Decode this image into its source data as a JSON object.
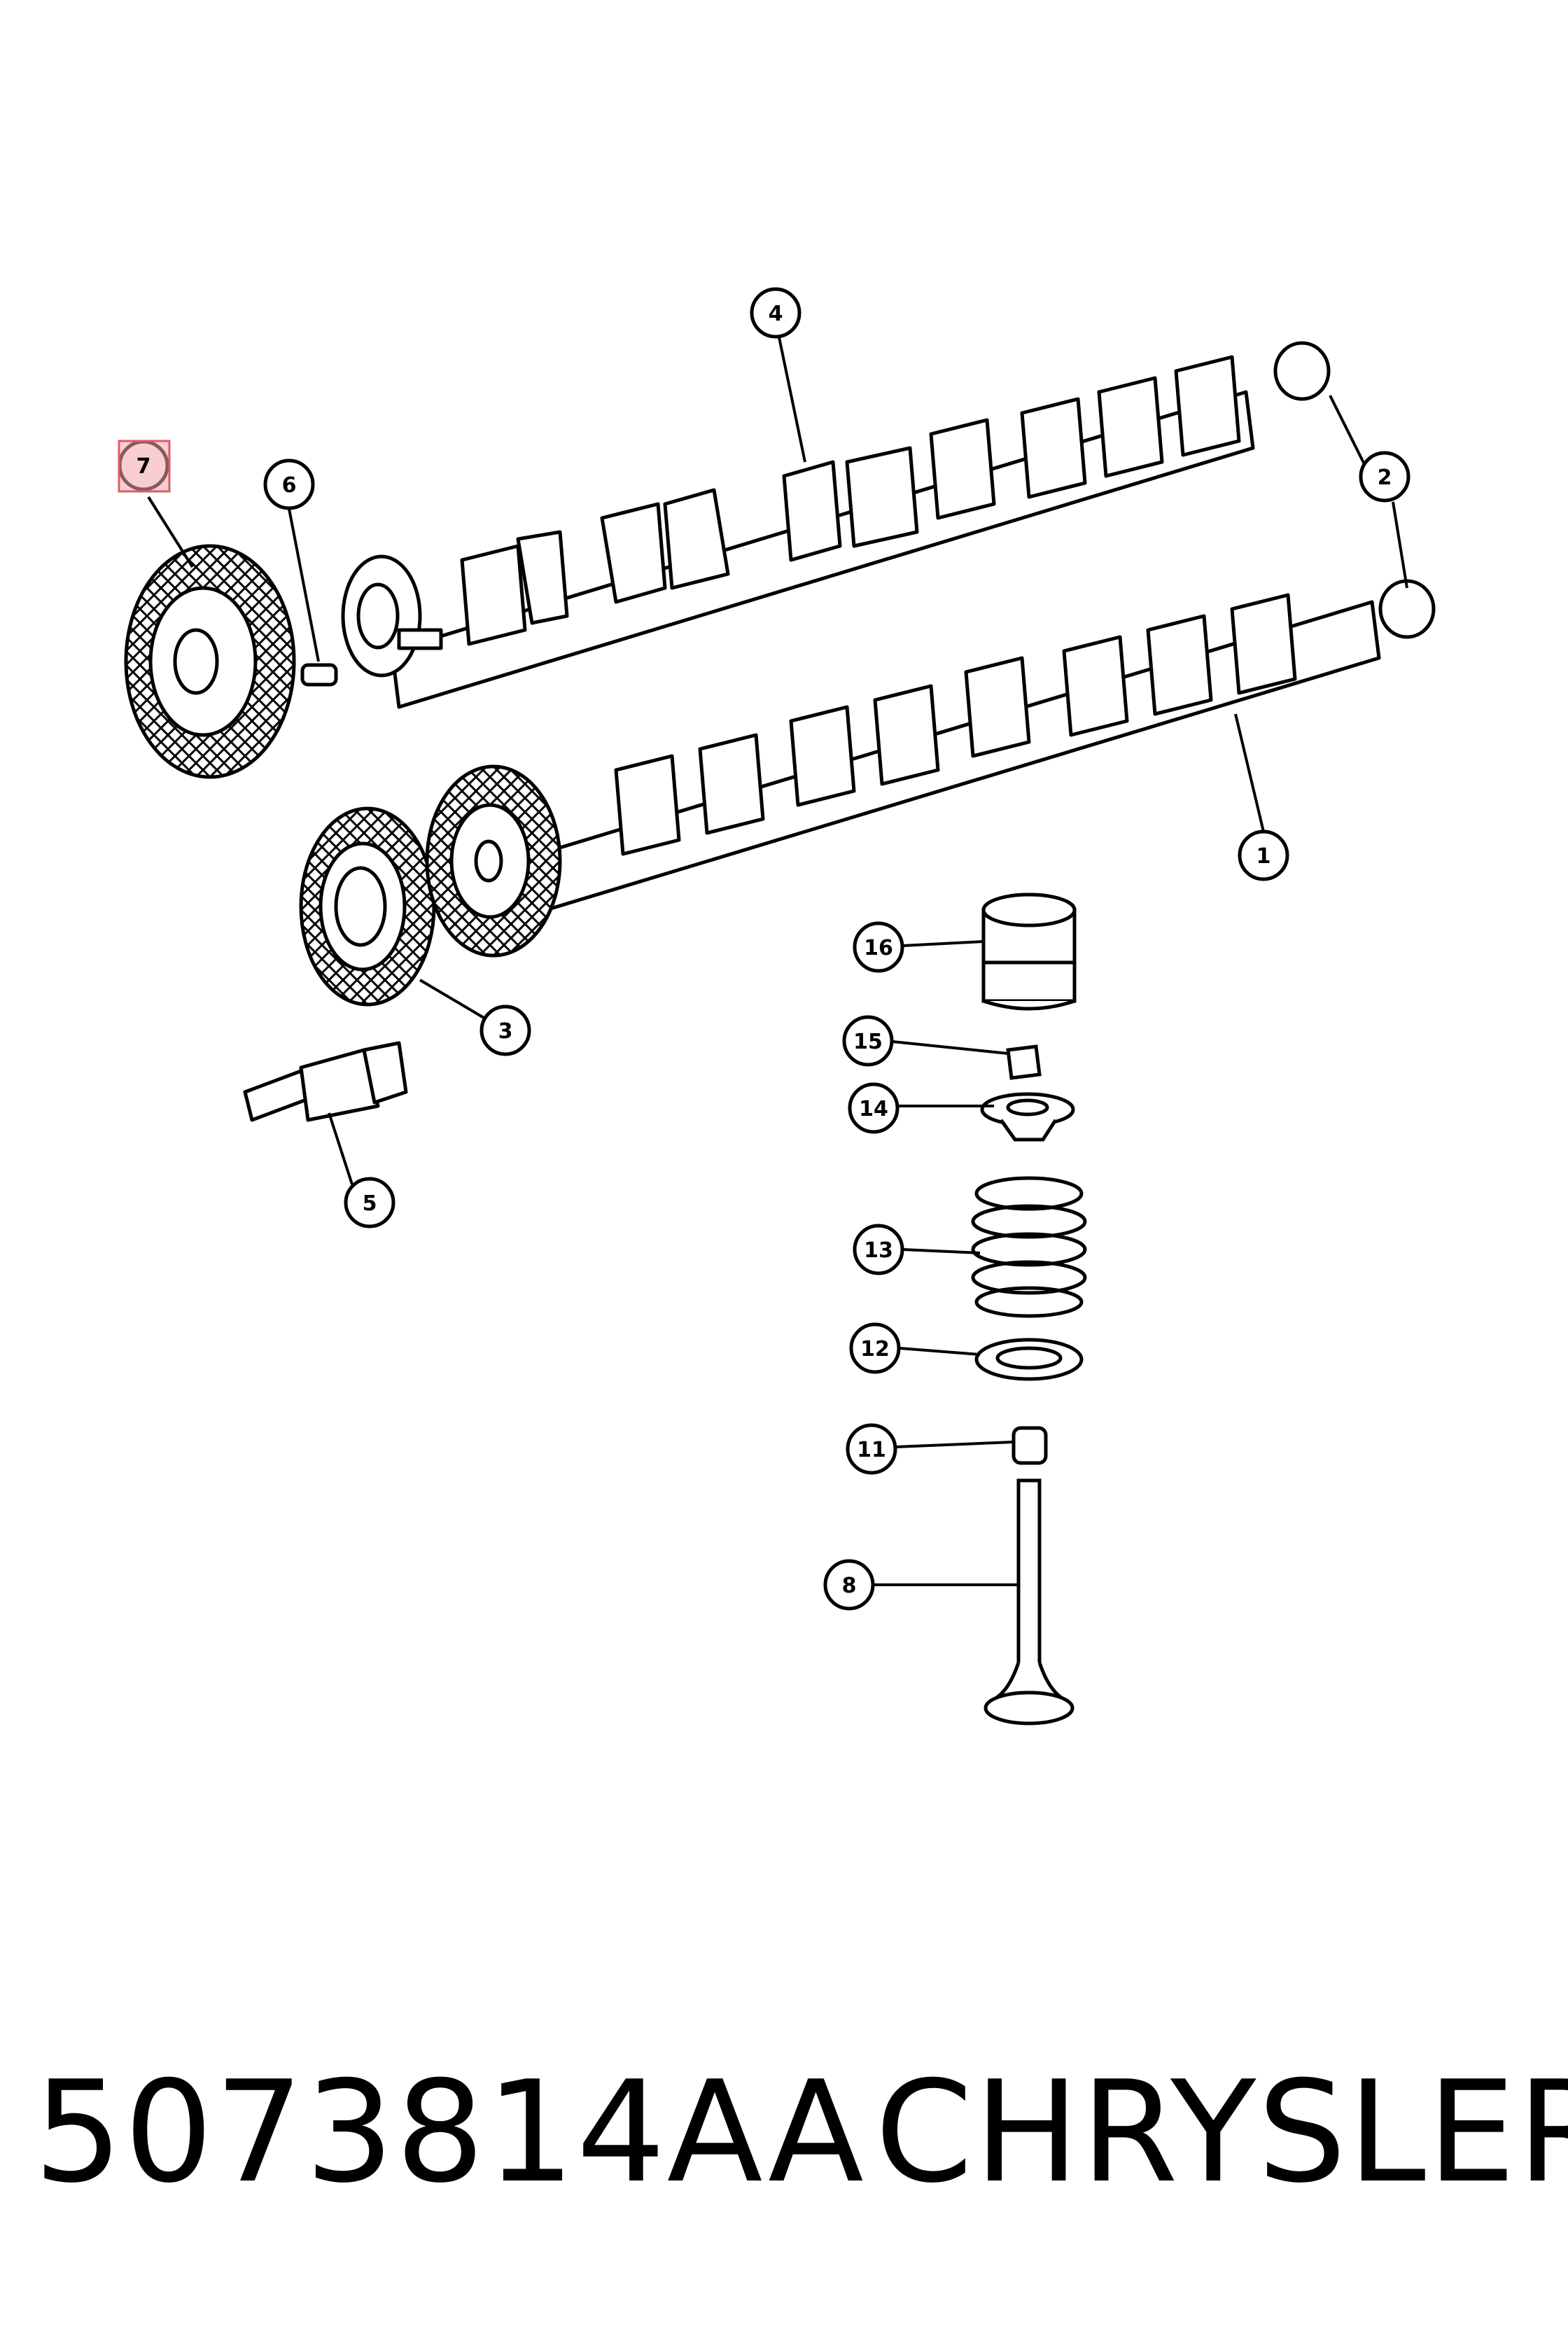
{
  "callouts": {
    "c1": "1",
    "c2": "2",
    "c3": "3",
    "c4": "4",
    "c5": "5",
    "c6": "6",
    "c7": "7",
    "c8": "8",
    "c11": "11",
    "c12": "12",
    "c13": "13",
    "c14": "14",
    "c15": "15",
    "c16": "16"
  },
  "highlighted_callout": "7",
  "highlight_color": "#e05a6a",
  "caption": {
    "part_number": "5073814AA",
    "brand": "CHRYSLER"
  }
}
